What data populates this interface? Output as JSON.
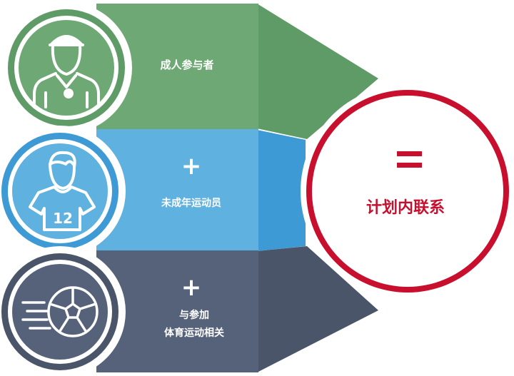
{
  "colors": {
    "adult": "#5e9b67",
    "adult_light": "#6ea975",
    "youth": "#3d9ad4",
    "youth_light": "#5fb1df",
    "sport": "#4a5569",
    "sport_light": "#56627a",
    "result": "#c8102e",
    "icon_stroke": "#ffffff"
  },
  "rows": [
    {
      "icon": "referee-with-whistle-icon",
      "plus": "",
      "label_lines": [
        "成人参与者"
      ]
    },
    {
      "icon": "youth-player-jersey-12-icon",
      "plus": "+",
      "jersey_number": "12",
      "label_lines": [
        "未成年运动员"
      ]
    },
    {
      "icon": "moving-soccer-ball-icon",
      "plus": "+",
      "label_lines": [
        "与参加",
        "体育运动相关"
      ]
    }
  ],
  "result": {
    "symbol": "=",
    "label": "计划内联系"
  }
}
